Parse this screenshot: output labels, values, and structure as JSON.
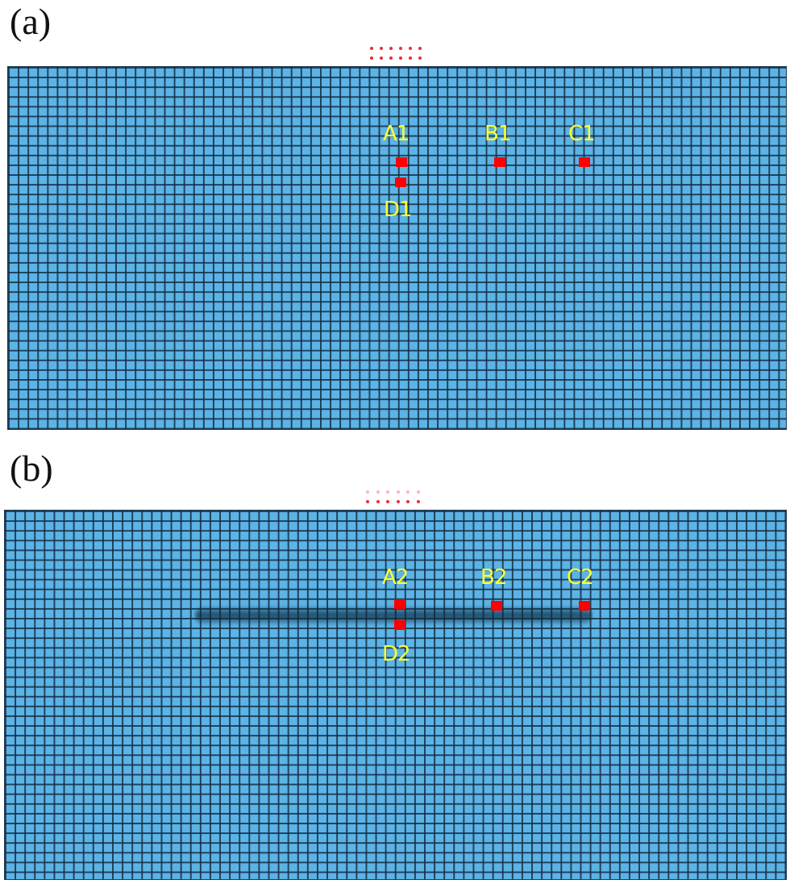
{
  "panels": [
    {
      "label": "(a)",
      "points": [
        {
          "name": "A1",
          "label": "A1"
        },
        {
          "name": "B1",
          "label": "B1"
        },
        {
          "name": "C1",
          "label": "C1"
        },
        {
          "name": "D1",
          "label": "D1"
        }
      ],
      "has_inclusion": false
    },
    {
      "label": "(b)",
      "points": [
        {
          "name": "A2",
          "label": "A2"
        },
        {
          "name": "B2",
          "label": "B2"
        },
        {
          "name": "C2",
          "label": "C2"
        },
        {
          "name": "D2",
          "label": "D2"
        }
      ],
      "has_inclusion": true
    }
  ],
  "colors": {
    "mesh_fill": "#5cb3e6",
    "mesh_lines": "#142d41",
    "marker": "#ff0000",
    "point_label": "#ffff33",
    "load_dots": "#e8303a"
  }
}
